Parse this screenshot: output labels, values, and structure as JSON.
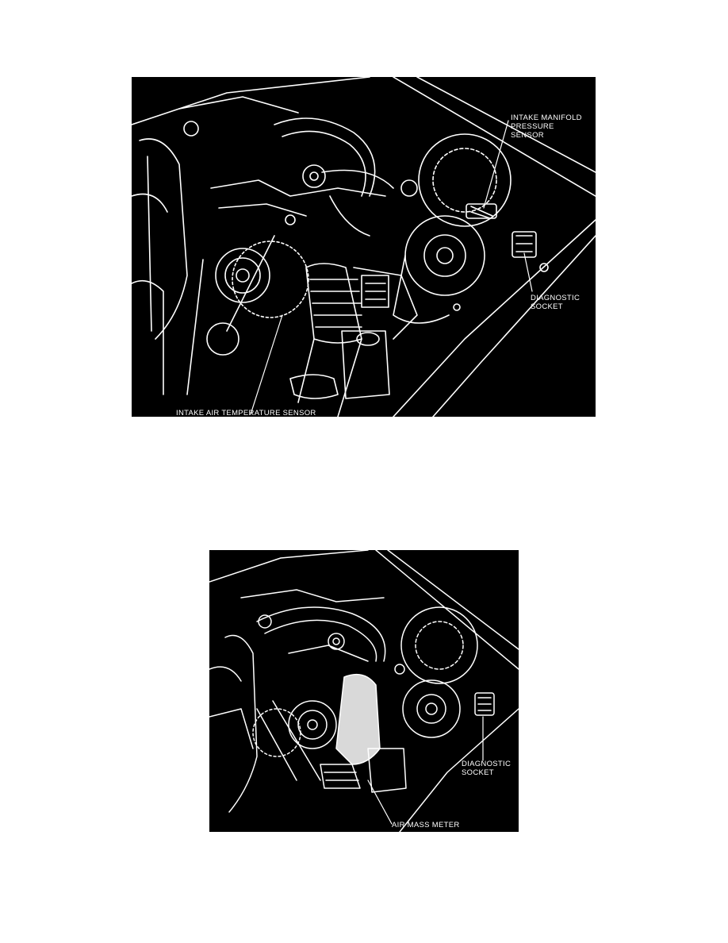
{
  "figures": [
    {
      "id": "figure-1",
      "callouts": {
        "intake_manifold_pressure_sensor": [
          "INTAKE MANIFOLD",
          "PRESSURE",
          "SENSOR"
        ],
        "diagnostic_socket": [
          "DIAGNOSTIC",
          "SOCKET"
        ],
        "intake_air_temperature_sensor": "INTAKE AIR TEMPERATURE SENSOR"
      }
    },
    {
      "id": "figure-2",
      "callouts": {
        "diagnostic_socket": [
          "DIAGNOSTIC",
          "SOCKET"
        ],
        "air_mass_meter": "AIR MASS METER"
      }
    }
  ],
  "colors": {
    "figure_background": "#000000",
    "line_art": "#ffffff",
    "page": "#ffffff"
  }
}
